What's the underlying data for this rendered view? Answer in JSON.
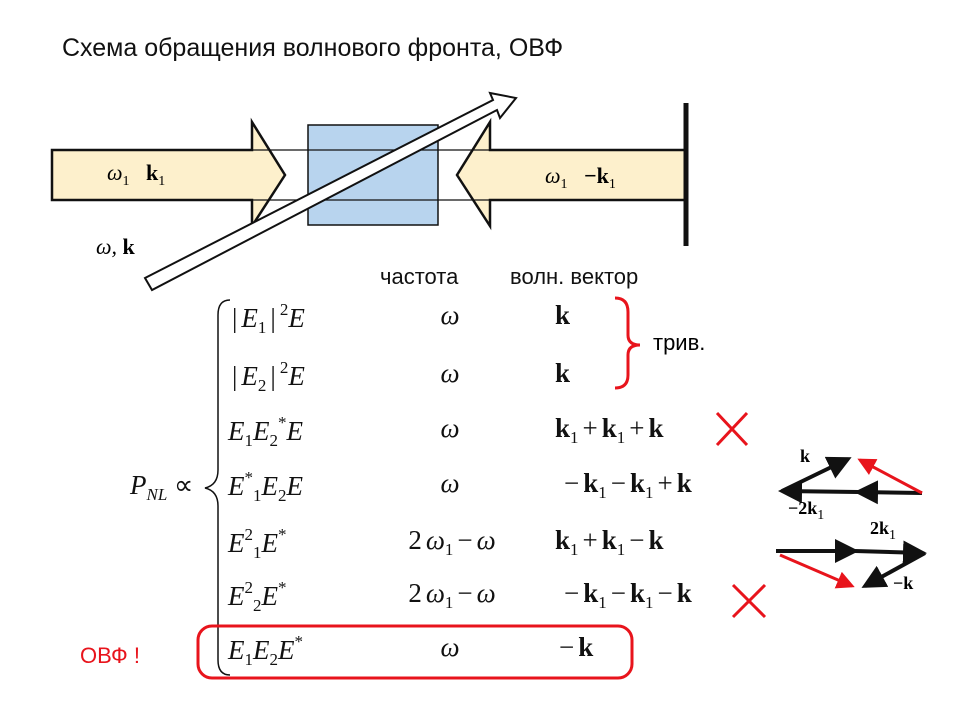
{
  "title": "Схема обращения волнового фронта, ОВФ",
  "diagram": {
    "left_beam": {
      "omega": "ω",
      "omega_sub": "1",
      "k": "k",
      "k_sub": "1"
    },
    "right_beam": {
      "omega": "ω",
      "omega_sub": "1",
      "k": "−k",
      "k_sub": "1"
    },
    "probe": {
      "omega": "ω,",
      "k": "k"
    }
  },
  "headers": {
    "frequency": "частота",
    "wavevector": "волн. вектор"
  },
  "pnl_label": {
    "p": "P",
    "sub": "NL",
    "prop": "∝"
  },
  "rows": [
    {
      "expr": [
        "|",
        "E",
        "_1",
        "|",
        "^2",
        "E"
      ],
      "freq": [
        "ω"
      ],
      "kvec": [
        "k"
      ]
    },
    {
      "expr": [
        "|",
        "E",
        "_2",
        "|",
        "^2",
        "E"
      ],
      "freq": [
        "ω"
      ],
      "kvec": [
        "k"
      ]
    },
    {
      "expr": [
        "E",
        "_1",
        "E",
        "_2",
        "^*",
        "E"
      ],
      "freq": [
        "ω"
      ],
      "kvec": [
        "k",
        "_1",
        "+",
        "k",
        "_1",
        "+",
        "k"
      ]
    },
    {
      "expr": [
        "E",
        "^*",
        "_1",
        "E",
        "_2",
        "E"
      ],
      "freq": [
        "ω"
      ],
      "kvec": [
        "−",
        "k",
        "_1",
        "−",
        "k",
        "_1",
        "+",
        "k"
      ]
    },
    {
      "expr": [
        "E",
        "^2",
        "_1",
        "E",
        "^*"
      ],
      "freq": [
        "2",
        "ω",
        "_1",
        "−",
        "ω"
      ],
      "kvec": [
        "k",
        "_1",
        "+",
        "k",
        "_1",
        "−",
        "k"
      ]
    },
    {
      "expr": [
        "E",
        "^2",
        "_2",
        "E",
        "^*"
      ],
      "freq": [
        "2",
        "ω",
        "_1",
        "−",
        "ω"
      ],
      "kvec": [
        "−",
        "k",
        "_1",
        "−",
        "k",
        "_1",
        "−",
        "k"
      ]
    },
    {
      "expr": [
        "E",
        "_1",
        "E",
        "_2",
        "E",
        "^*"
      ],
      "freq": [
        "ω"
      ],
      "kvec": [
        "−",
        "k"
      ]
    }
  ],
  "trivial_label": "трив.",
  "ovf_label": "ОВФ !",
  "vector_diagrams": {
    "top": {
      "k": "k",
      "minus2k1": "−2k",
      "sub": "1"
    },
    "bottom": {
      "two_k1": "2k",
      "sub": "1",
      "minus_k": "−k"
    }
  },
  "colors": {
    "beam": "#fdf0cc",
    "crystal": "#b8d4ee",
    "red": "#e8141c"
  }
}
